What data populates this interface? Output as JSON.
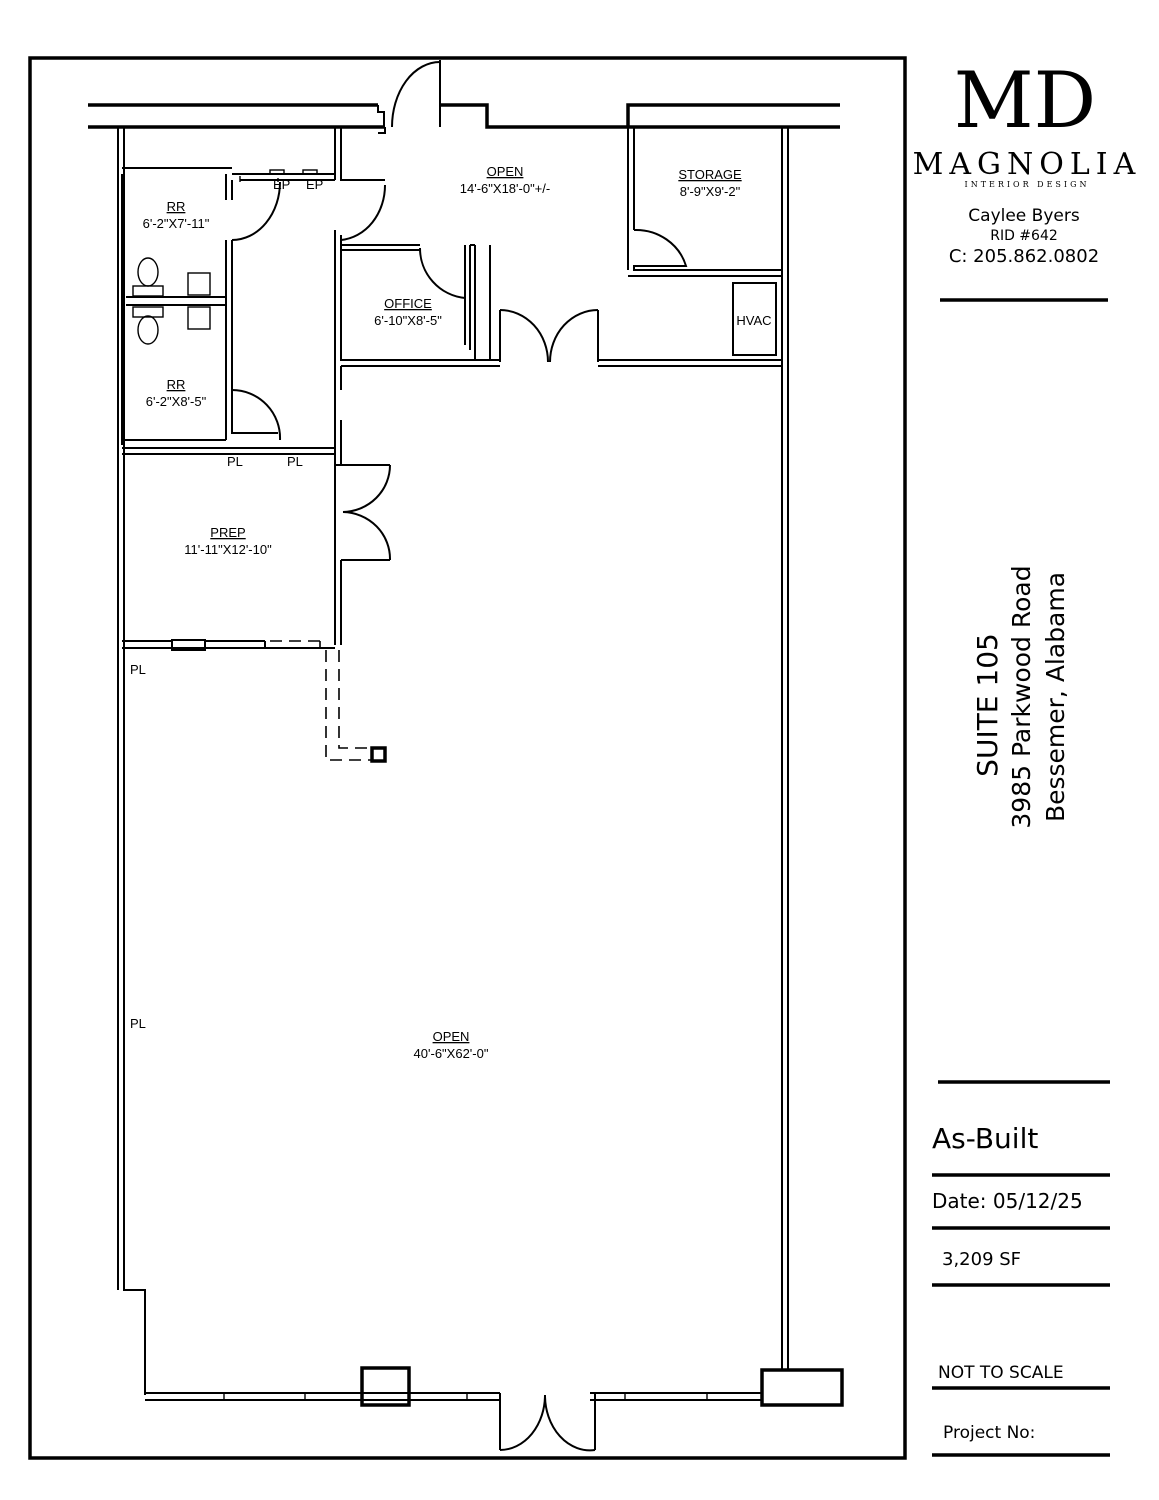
{
  "logo": {
    "monogram": "MD",
    "name": "MAGNOLIA",
    "tagline": "INTERIOR DESIGN"
  },
  "designer": {
    "name": "Caylee Byers",
    "rid": "RID #642",
    "phone": "C: 205.862.0802"
  },
  "project": {
    "suite": "SUITE 105",
    "address_line1": "3985 Parkwood Road",
    "address_line2": "Bessemer, Alabama"
  },
  "title_block": {
    "drawing_type": "As-Built",
    "date": "Date: 05/12/25",
    "area": "3,209 SF",
    "scale_note": "NOT TO SCALE",
    "project_no_label": "Project No:"
  },
  "rooms": {
    "open_front": {
      "name": "OPEN",
      "size": "14'-6\"X18'-0\"+/-"
    },
    "storage": {
      "name": "STORAGE",
      "size": "8'-9\"X9'-2\""
    },
    "rr1": {
      "name": "RR",
      "size": "6'-2\"X7'-11\""
    },
    "rr2": {
      "name": "RR",
      "size": "6'-2\"X8'-5\""
    },
    "office": {
      "name": "OFFICE",
      "size": "6'-10\"X8'-5\""
    },
    "prep": {
      "name": "PREP",
      "size": "11'-11\"X12'-10\""
    },
    "open_main": {
      "name": "OPEN",
      "size": "40'-6\"X62'-0\""
    }
  },
  "tags": {
    "ep": "EP",
    "pl": "PL",
    "hvac": "HVAC"
  }
}
